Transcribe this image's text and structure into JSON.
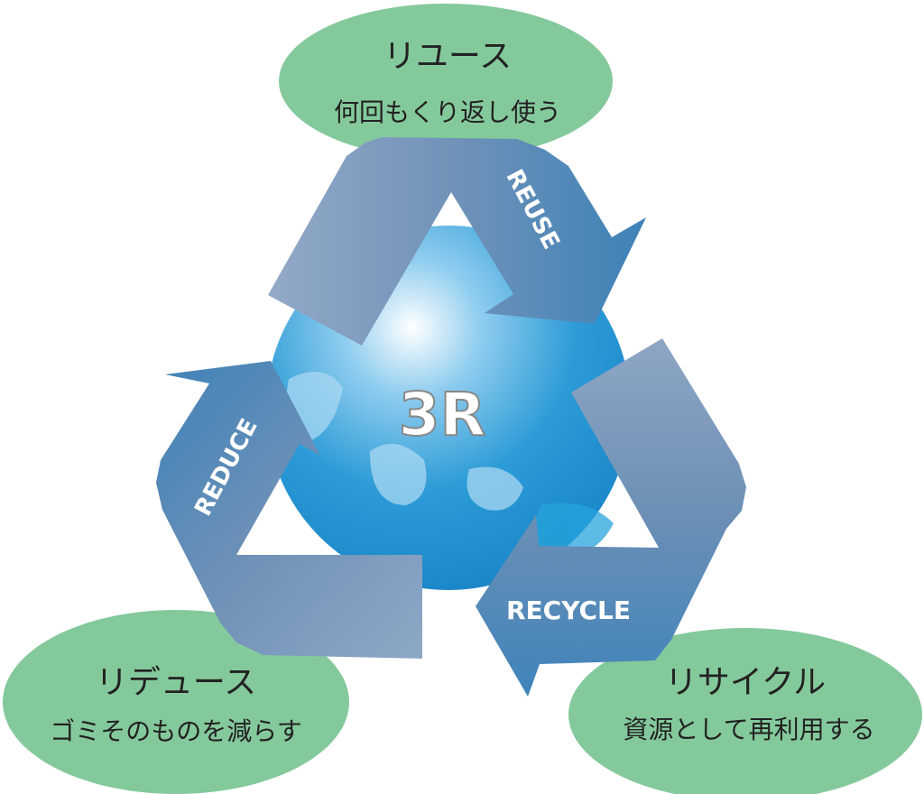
{
  "center_label": "3R",
  "nodes": [
    {
      "id": "reuse",
      "title": "リユース",
      "subtitle": "何回もくり返し使う",
      "arrow_label": "REUSE"
    },
    {
      "id": "reduce",
      "title": "リデュース",
      "subtitle": "ゴミそのものを減らす",
      "arrow_label": "REDUCE"
    },
    {
      "id": "recycle",
      "title": "リサイクル",
      "subtitle": "資源として再利用する",
      "arrow_label": "RECYCLE"
    }
  ],
  "colors": {
    "bubble": "#84c99c",
    "arrow_light": "#8ea8c6",
    "arrow_dark": "#3f7fb3",
    "globe": "#1e8fcf"
  }
}
